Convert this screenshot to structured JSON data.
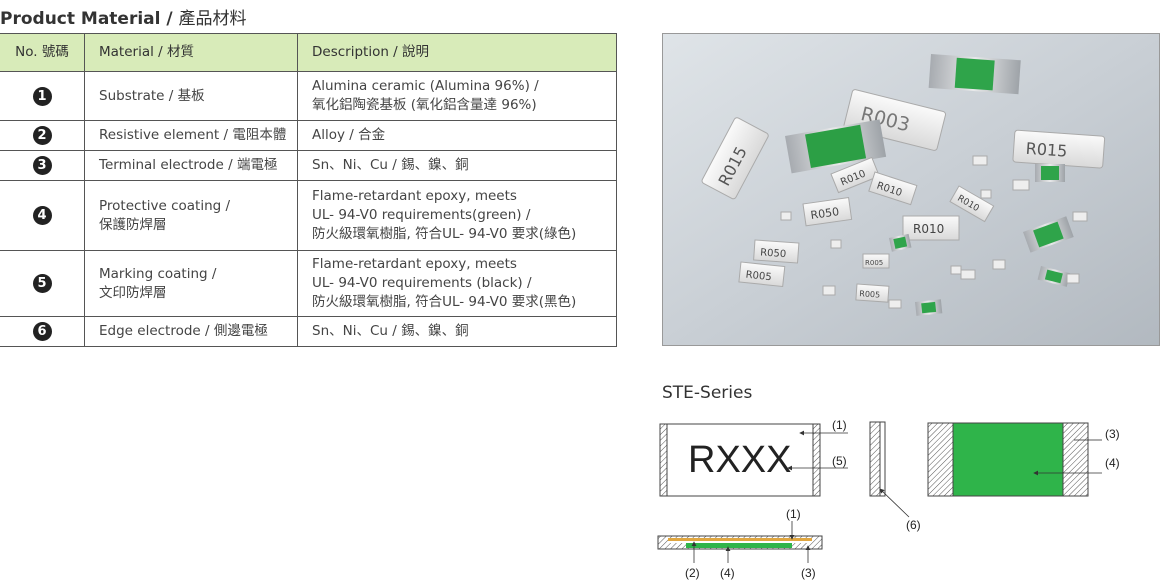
{
  "header": {
    "title_en": "Product Material",
    "title_sep": " / ",
    "title_zh": "產品材料"
  },
  "table": {
    "headers": [
      "No. 號碼",
      "Material / 材質",
      "Description / 說明"
    ],
    "rows": [
      {
        "no": "1",
        "material": [
          "Substrate / 基板"
        ],
        "description": [
          "Alumina ceramic (Alumina 96%) /",
          "氧化鋁陶瓷基板 (氧化鋁含量達 96%)"
        ]
      },
      {
        "no": "2",
        "material": [
          "Resistive element / 電阻本體"
        ],
        "description": [
          "Alloy / 合金"
        ]
      },
      {
        "no": "3",
        "material": [
          "Terminal electrode / 端電極"
        ],
        "description": [
          "Sn、Ni、Cu / 錫、鎳、銅"
        ]
      },
      {
        "no": "4",
        "material": [
          "Protective coating /",
          "保護防焊層"
        ],
        "description": [
          "Flame-retardant epoxy, meets",
          "UL- 94-V0 requirements(green) /",
          "防火級環氧樹脂, 符合UL- 94-V0 要求(綠色)"
        ]
      },
      {
        "no": "5",
        "material": [
          "Marking coating /",
          "文印防焊層"
        ],
        "description": [
          "Flame-retardant epoxy, meets",
          "UL- 94-V0 requirements (black) /",
          "防火級環氧樹脂, 符合UL- 94-V0 要求(黑色)"
        ]
      },
      {
        "no": "6",
        "material": [
          "Edge electrode / 側邊電極"
        ],
        "description": [
          "Sn、Ni、Cu / 錫、鎳、銅"
        ]
      }
    ]
  },
  "photo": {
    "chip_labels": [
      "R003",
      "R015",
      "R015",
      "R010",
      "R010",
      "R050",
      "R010",
      "R050",
      "R005",
      "R005",
      "R005",
      "R010"
    ]
  },
  "series": {
    "title": "STE-Series",
    "marking": "RXXX",
    "callouts": {
      "c1": "(1)",
      "c5": "(5)",
      "c6": "(6)",
      "c3": "(3)",
      "c4": "(4)",
      "b1": "(1)",
      "b2": "(2)",
      "b4": "(4)",
      "b3": "(3)"
    }
  },
  "colors": {
    "header_bg": "#d8ebb9",
    "green_coating": "#2fb44a",
    "resistive": "#e0a640"
  }
}
